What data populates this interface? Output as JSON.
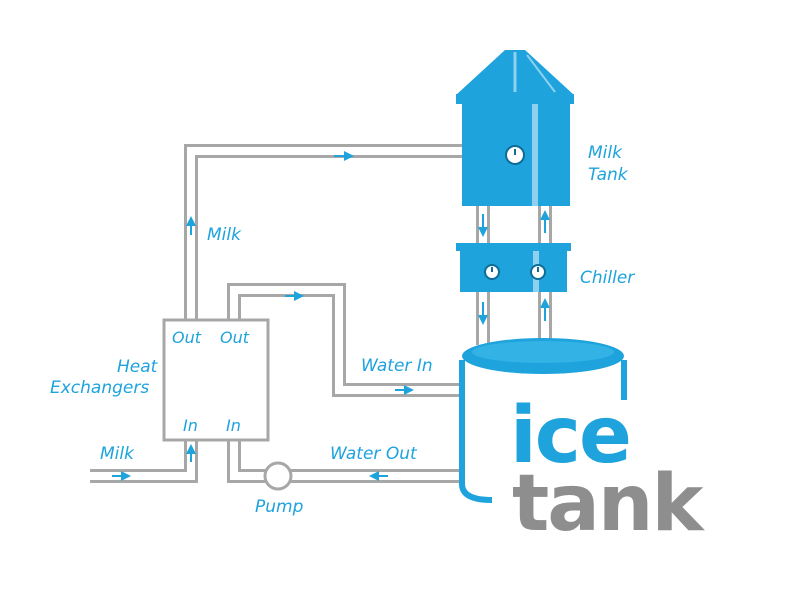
{
  "labels": {
    "milk_tank_line1": "Milk",
    "milk_tank_line2": "Tank",
    "chiller": "Chiller",
    "milk_up": "Milk",
    "heat_line1": "Heat",
    "heat_line2": "Exchangers",
    "out_left": "Out",
    "out_right": "Out",
    "in_left": "In",
    "in_right": "In",
    "water_in": "Water In",
    "water_out": "Water Out",
    "milk_in": "Milk",
    "pump": "Pump"
  },
  "brand": {
    "line1": "ice",
    "line2": "tank"
  },
  "colors": {
    "blue": "#1ea3dc",
    "gray": "#8e8e8e",
    "pipe": "#a7a7a7"
  },
  "icons": {
    "gauge": "dial-gauge",
    "flow": "arrow"
  }
}
